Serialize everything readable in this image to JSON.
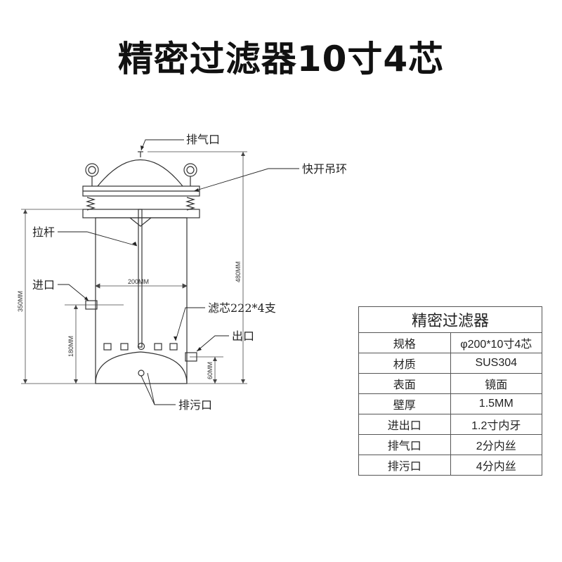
{
  "title": "精密过滤器10寸4芯",
  "labels": {
    "vent": "排气口",
    "lifting_ring": "快开吊环",
    "tie_rod": "拉杆",
    "inlet": "进口",
    "cartridge": "滤芯222*4支",
    "outlet": "出口",
    "drain": "排污口"
  },
  "dimensions": {
    "diameter": "200MM",
    "total_height": "480MM",
    "body_height": "350MM",
    "inlet_height": "180MM",
    "outlet_height": "60MM"
  },
  "spec_table": {
    "header": "精密过滤器",
    "rows": [
      {
        "key": "规格",
        "value": "φ200*10寸4芯"
      },
      {
        "key": "材质",
        "value": "SUS304"
      },
      {
        "key": "表面",
        "value": "镜面"
      },
      {
        "key": "壁厚",
        "value": "1.5MM"
      },
      {
        "key": "进出口",
        "value": "1.2寸内牙"
      },
      {
        "key": "排气口",
        "value": "2分内丝"
      },
      {
        "key": "排污口",
        "value": "4分内丝"
      }
    ]
  }
}
